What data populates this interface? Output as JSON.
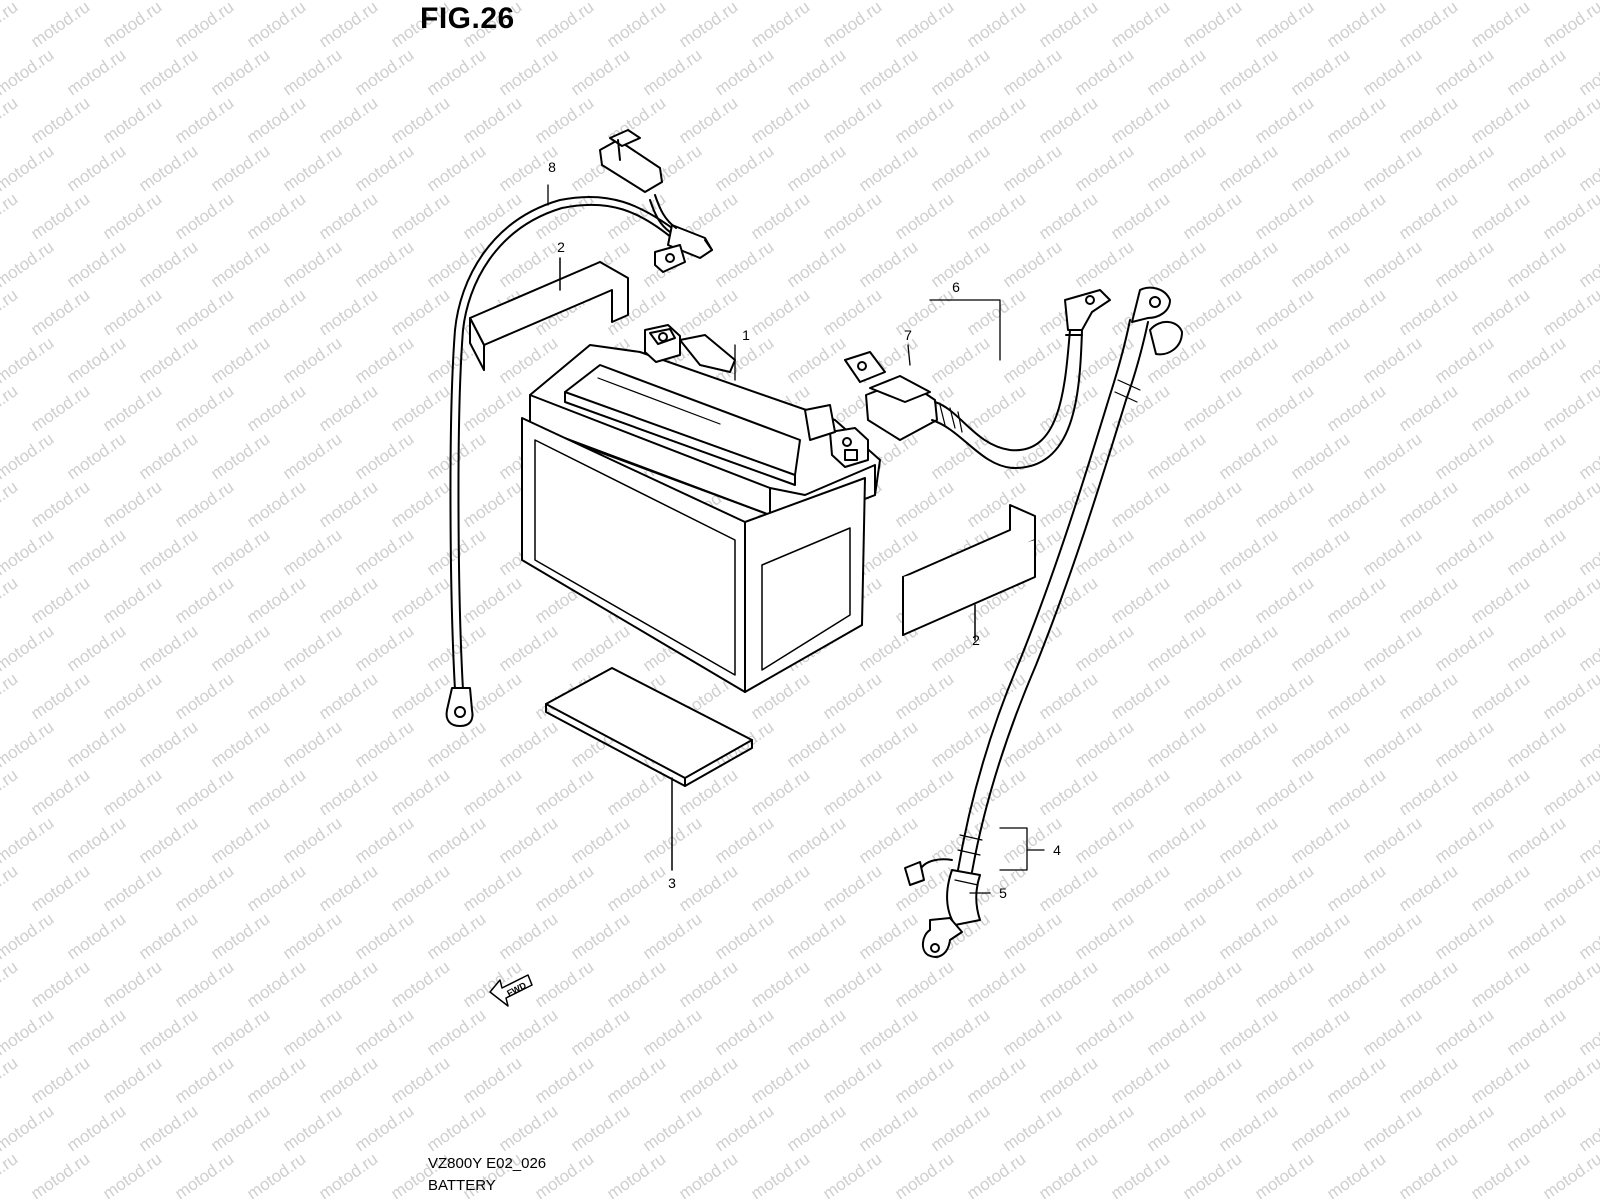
{
  "figure_title": "FIG.26",
  "model_code": "VZ800Y E02_026",
  "caption": "BATTERY",
  "watermark": "motod.ru",
  "fwd_label": "FWD",
  "callouts": {
    "c1": "1",
    "c2a": "2",
    "c2b": "2",
    "c3": "3",
    "c4": "4",
    "c5": "5",
    "c6": "6",
    "c7": "7",
    "c8": "8"
  }
}
